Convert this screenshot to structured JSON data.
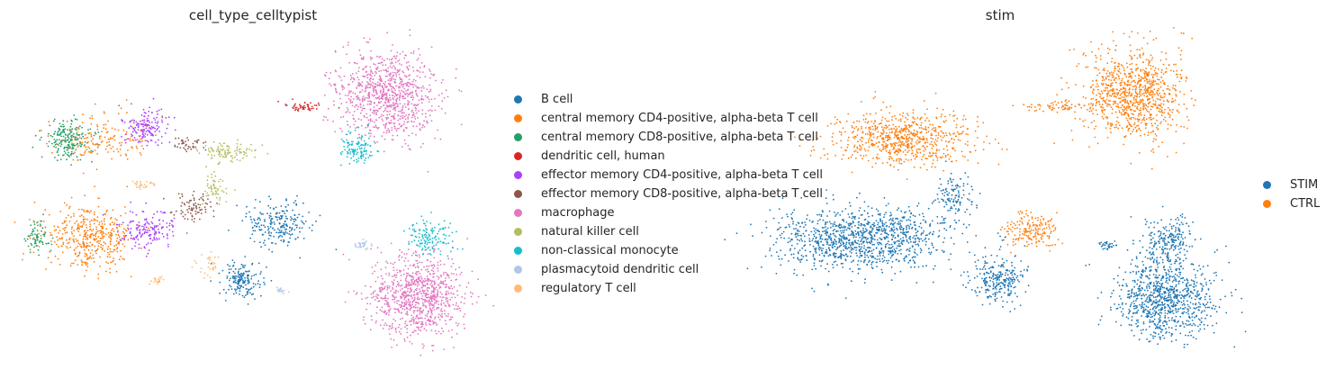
{
  "chart_data": [
    {
      "type": "scatter",
      "title": "cell_type_celltypist",
      "xlabel": "",
      "ylabel": "",
      "grid": false,
      "legend_placement": "right",
      "series": [
        {
          "name": "B cell",
          "color": "#1f77b4"
        },
        {
          "name": "central memory CD4-positive, alpha-beta T cell",
          "color": "#ff7f0e"
        },
        {
          "name": "central memory CD8-positive, alpha-beta T cell",
          "color": "#279e68"
        },
        {
          "name": "dendritic cell, human",
          "color": "#d62728"
        },
        {
          "name": "effector memory CD4-positive, alpha-beta T cell",
          "color": "#aa40fc"
        },
        {
          "name": "effector memory CD8-positive, alpha-beta T cell",
          "color": "#8c564b"
        },
        {
          "name": "macrophage",
          "color": "#e377c2"
        },
        {
          "name": "natural killer cell",
          "color": "#b5bd61"
        },
        {
          "name": "non-classical monocyte",
          "color": "#17becf"
        },
        {
          "name": "plasmacytoid dendritic cell",
          "color": "#aec7e8"
        },
        {
          "name": "regulatory T cell",
          "color": "#ffbb78"
        }
      ]
    },
    {
      "type": "scatter",
      "title": "stim",
      "xlabel": "",
      "ylabel": "",
      "grid": false,
      "legend_placement": "right",
      "series": [
        {
          "name": "STIM",
          "color": "#1f77b4"
        },
        {
          "name": "CTRL",
          "color": "#ff7f0e"
        }
      ]
    }
  ]
}
